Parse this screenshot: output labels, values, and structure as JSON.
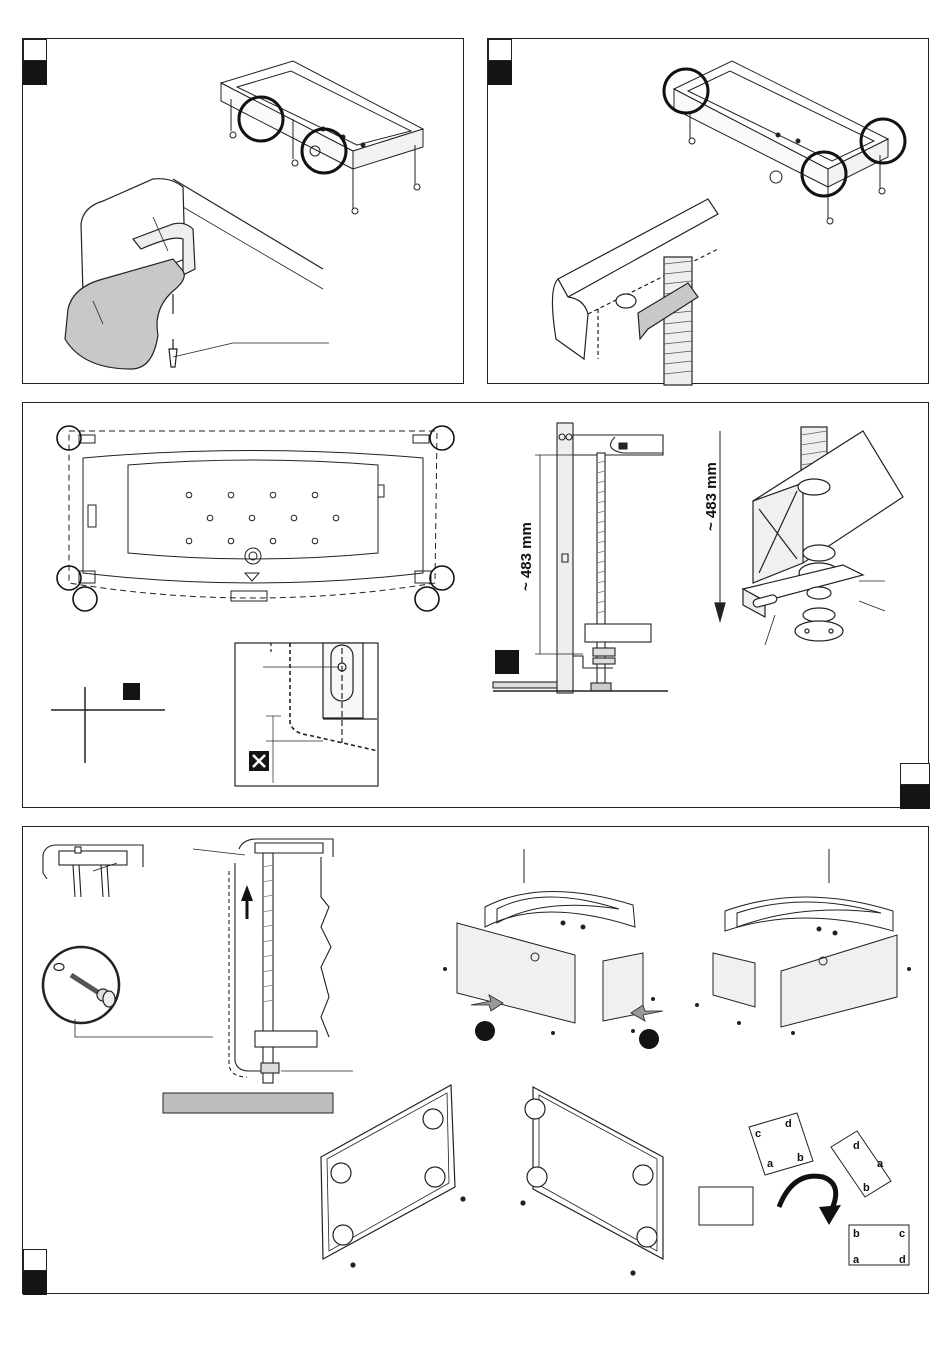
{
  "dimensions": {
    "leg_height_left": "~ 483 mm",
    "leg_height_right": "~ 483 mm"
  },
  "panel_4": {
    "template_corners": [
      "c",
      "d",
      "a",
      "b"
    ]
  },
  "colors": {
    "line": "#222222",
    "tab_fill": "#141414",
    "shaded_part": "#c8c8c8",
    "floor": "#bdbdbd"
  },
  "icons": [
    "x-mark-icon",
    "rotate-arrow-icon",
    "push-arrow-icon",
    "up-arrow-icon",
    "screw-icon"
  ]
}
